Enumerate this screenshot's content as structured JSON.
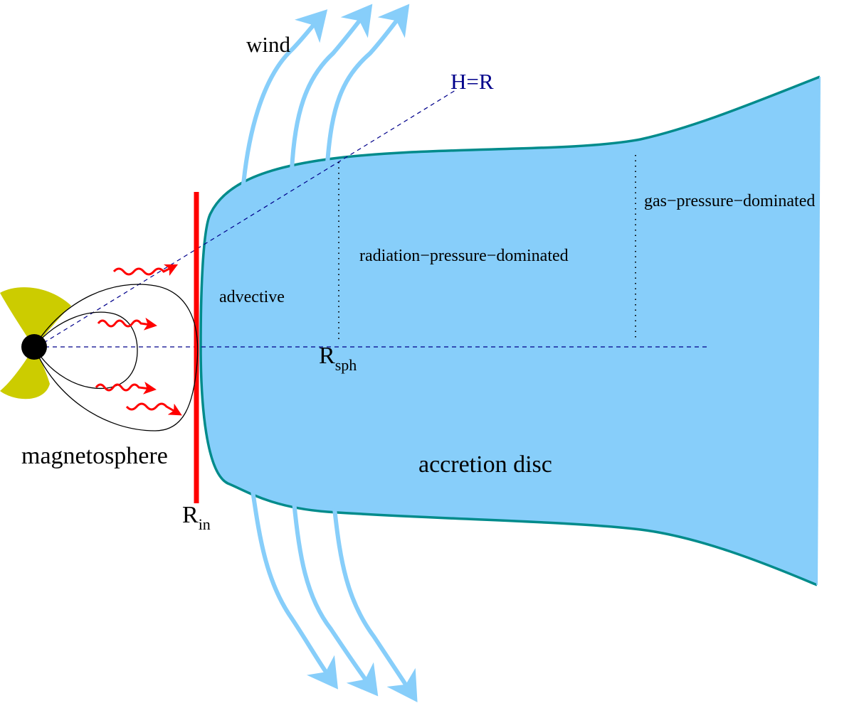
{
  "diagram": {
    "labels": {
      "wind": "wind",
      "h_equals_r": "H=R",
      "gas_pressure": "gas−pressure−dominated",
      "radiation_pressure": "radiation−pressure−dominated",
      "advective": "advective",
      "accretion_disc": "accretion disc",
      "magnetosphere": "magnetosphere",
      "r_sph_main": "R",
      "r_sph_sub": "sph",
      "r_in_main": "R",
      "r_in_sub": "in"
    },
    "colors": {
      "disc_fill": "#87CEFA",
      "disc_edge": "#008B8B",
      "wind_arrows": "#87CEFA",
      "inner_radius_bar": "#FF0000",
      "photons": "#FF0000",
      "beam_lobes": "#CCCC00",
      "neutron_star": "#000000",
      "guide_lines": "#00008B",
      "field_lines": "#000000"
    }
  }
}
